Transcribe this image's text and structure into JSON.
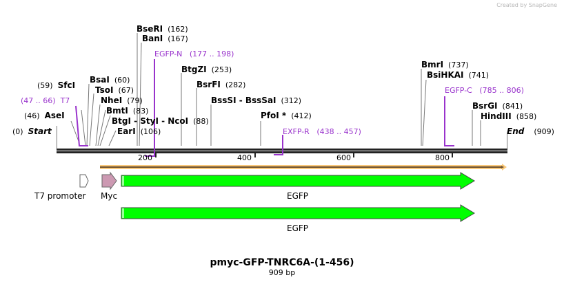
{
  "credit": "Created by SnapGene",
  "map": {
    "title": "pmyc-GFP-TNRC6A-(1-456)",
    "length_label": "909 bp",
    "length_bp": 909,
    "ticks": [
      {
        "label": "200",
        "pos": 200
      },
      {
        "label": "400",
        "pos": 400
      },
      {
        "label": "600",
        "pos": 600
      },
      {
        "label": "800",
        "pos": 800
      }
    ],
    "ends": {
      "start": {
        "name": "Start",
        "pos": "(0)"
      },
      "end": {
        "name": "End",
        "pos": "(909)"
      }
    },
    "enzymes": [
      {
        "name": "AseI",
        "pos": "(46)"
      },
      {
        "name": "SfcI",
        "pos": "(59)"
      },
      {
        "name": "BsaI",
        "pos": "(60)"
      },
      {
        "name": "TsoI",
        "pos": "(67)"
      },
      {
        "name": "NheI",
        "pos": "(79)"
      },
      {
        "name": "BmtI",
        "pos": "(83)"
      },
      {
        "name": "BtgI - StyI - NcoI",
        "pos": "(88)"
      },
      {
        "name": "EarI",
        "pos": "(106)"
      },
      {
        "name": "BseRI",
        "pos": "(162)"
      },
      {
        "name": "BanI",
        "pos": "(167)"
      },
      {
        "name": "BtgZI",
        "pos": "(253)"
      },
      {
        "name": "BsrFI",
        "pos": "(282)"
      },
      {
        "name": "BssSI - BssSaI",
        "pos": "(312)"
      },
      {
        "name": "PfoI *",
        "pos": "(412)"
      },
      {
        "name": "BmrI",
        "pos": "(737)"
      },
      {
        "name": "BsiHKAI",
        "pos": "(741)"
      },
      {
        "name": "BsrGI",
        "pos": "(841)"
      },
      {
        "name": "HindIII",
        "pos": "(858)"
      }
    ],
    "primers": [
      {
        "name": "T7",
        "range": "(47 .. 66)"
      },
      {
        "name": "EGFP-N",
        "range": "(177 .. 198)"
      },
      {
        "name": "EXFP-R",
        "range": "(438 .. 457)"
      },
      {
        "name": "EGFP-C",
        "range": "(785 .. 806)"
      }
    ],
    "features": [
      {
        "name": "T7 promoter",
        "color": "#ffffff"
      },
      {
        "name": "Myc",
        "color": "#cc99b2"
      },
      {
        "name": "EGFP",
        "color": "#00ff00"
      },
      {
        "name": "EGFP",
        "color": "#00ff00"
      }
    ],
    "colors": {
      "primer": "#9933cc",
      "orf": "#f9c87a",
      "egfp": "#00ff00",
      "myc": "#cc99b2"
    }
  }
}
